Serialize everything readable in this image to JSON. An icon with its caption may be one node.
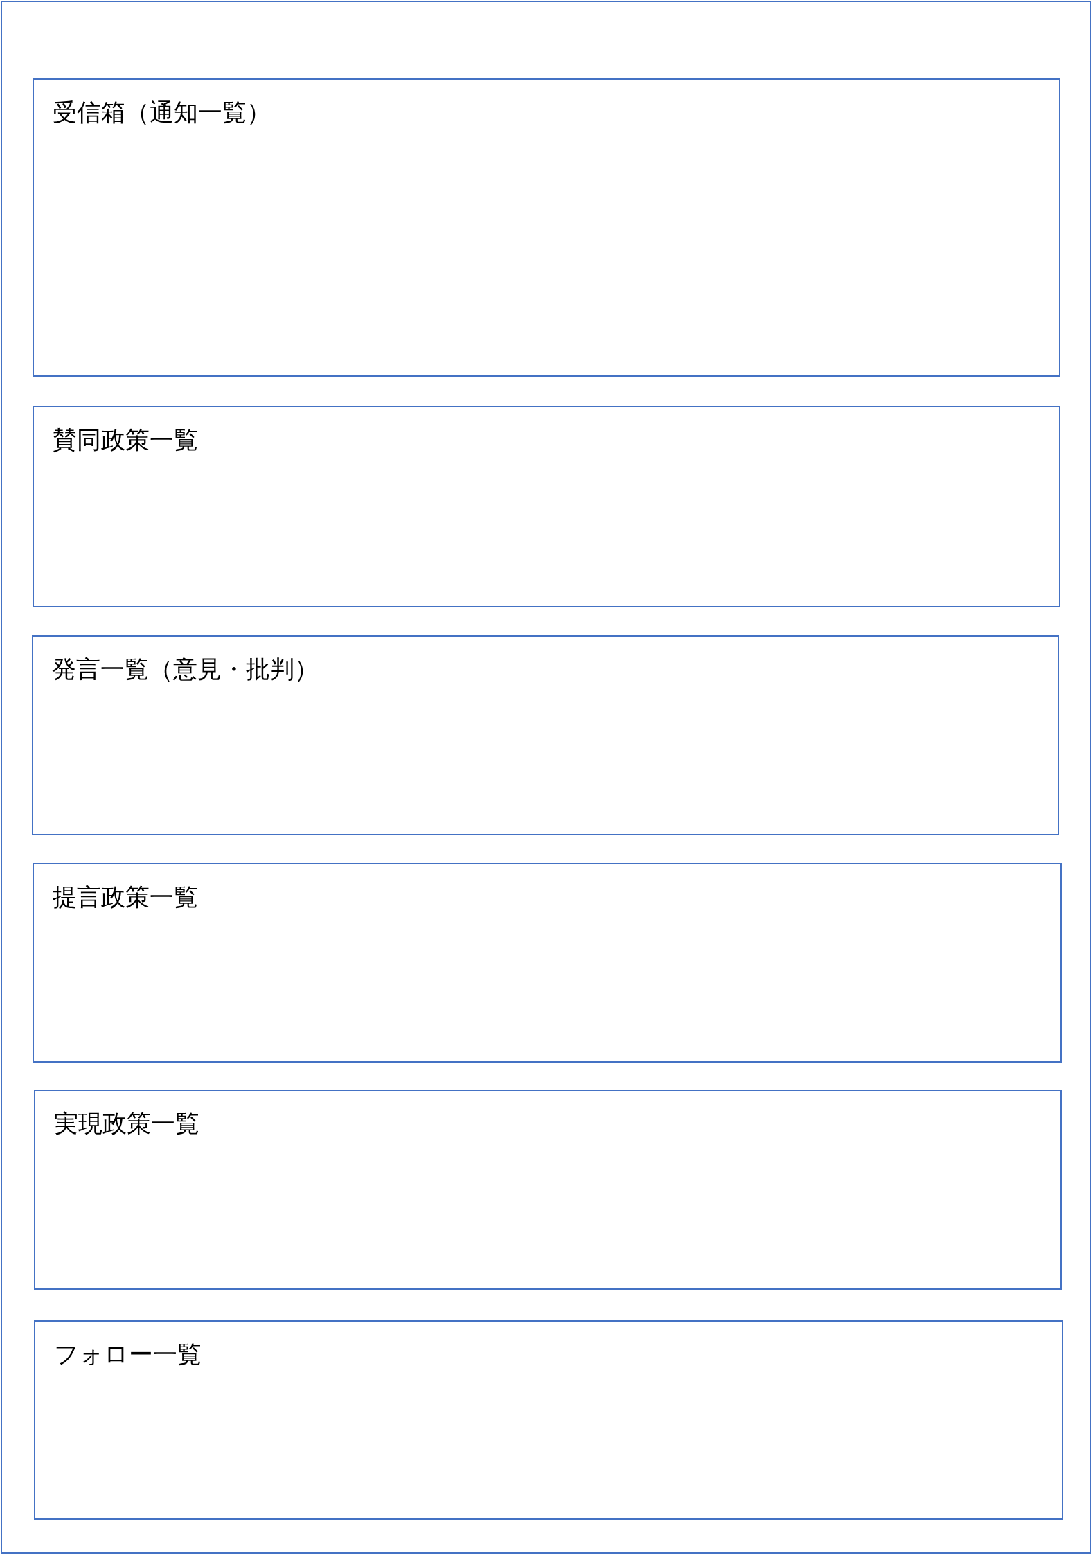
{
  "diagram": {
    "nodes": [
      {
        "text": [],
        "shape": "box"
      },
      {
        "text": [
          "受信箱（通知一覧）"
        ],
        "in": 0
      },
      {
        "text": [
          "賛同政策一覧"
        ],
        "in": 0
      },
      {
        "text": [
          "発言一覧（意見・批判）"
        ],
        "in": 0
      },
      {
        "text": [
          "提言政策一覧"
        ],
        "in": 0
      },
      {
        "text": [
          "実現政策一覧"
        ],
        "in": 0
      },
      {
        "text": [
          "フォロー一覧"
        ],
        "in": 0
      }
    ]
  }
}
